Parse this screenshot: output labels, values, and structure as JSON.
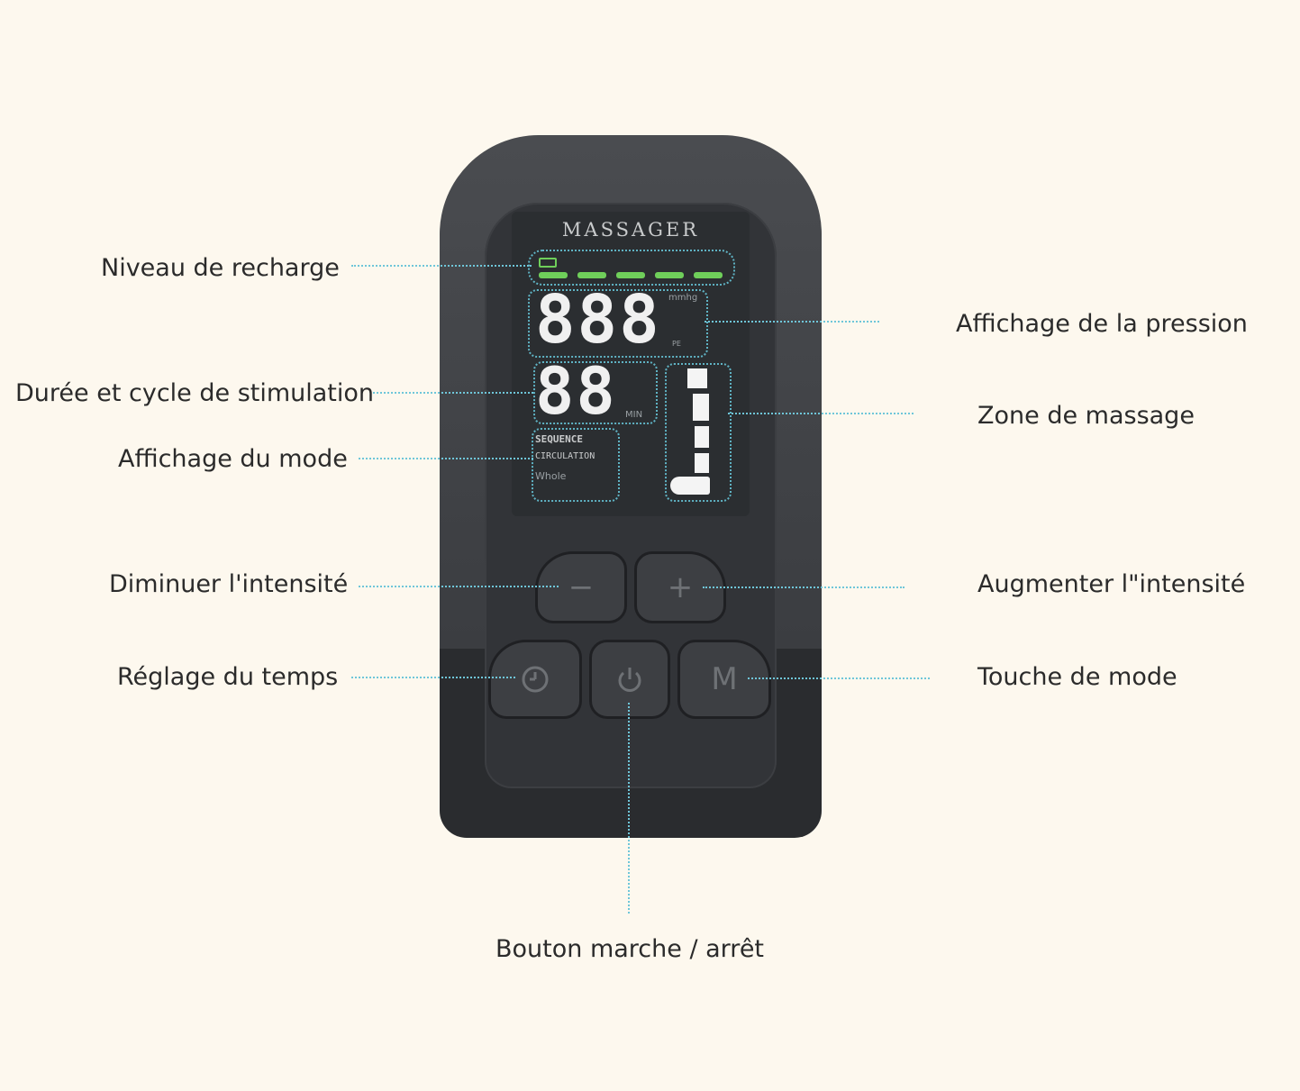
{
  "labels": {
    "battery": "Niveau de recharge",
    "pressure": "Affichage de la pression",
    "duration": "Durée et cycle de stimulation",
    "zone": "Zone de massage",
    "mode_display": "Affichage du mode",
    "decrease": "Diminuer l'intensité",
    "increase": "Augmenter l\"intensité",
    "time": "Réglage du temps",
    "mode_key": "Touche de mode",
    "power": "Bouton marche / arrêt"
  },
  "screen": {
    "title": "MASSAGER",
    "pressure_digits": "888",
    "pressure_unit": "mmhg",
    "pressure_sub": "PE",
    "time_digits": "88",
    "time_unit": "MIN",
    "modes": [
      "SEQUENCE",
      "CIRCULATION",
      "Whole"
    ]
  },
  "buttons": {
    "minus": "−",
    "plus": "+",
    "mode": "M"
  },
  "colors": {
    "leader": "#6fc6d9",
    "battery_bar": "#6fcf5a",
    "background": "#fdf8ee"
  },
  "icons": {
    "timer": "timer-icon",
    "power": "power-icon",
    "battery": "battery-icon"
  }
}
